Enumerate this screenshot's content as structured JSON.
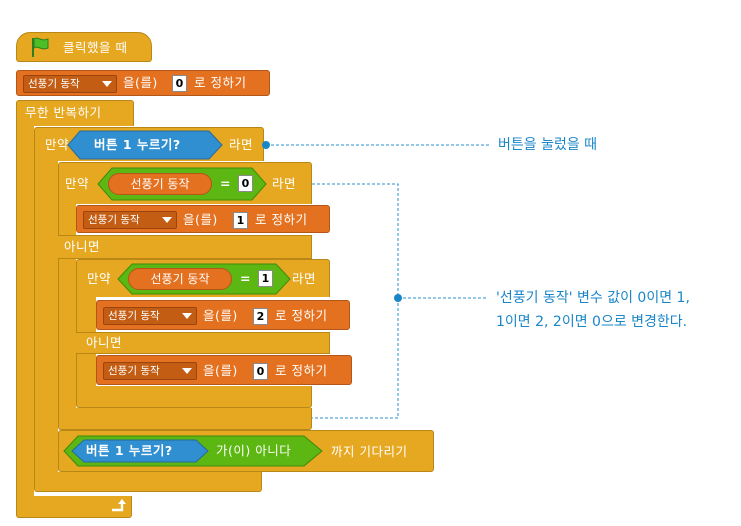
{
  "blocks": {
    "when_flag_clicked": "클릭했을 때",
    "set_var_1": {
      "var": "선풍기 동작",
      "mid": "을(를)",
      "value": "0",
      "suffix": "로 정하기"
    },
    "forever": "무한 반복하기",
    "if_1": {
      "prefix": "만약",
      "sensing": "버튼 1 누르기?",
      "suffix": "라면"
    },
    "if_2": {
      "prefix": "만약",
      "var": "선풍기 동작",
      "op": "=",
      "value": "0",
      "suffix": "라면"
    },
    "set_var_2": {
      "var": "선풍기 동작",
      "mid": "을(를)",
      "value": "1",
      "suffix": "로 정하기"
    },
    "else_1": "아니면",
    "if_3": {
      "prefix": "만약",
      "var": "선풍기 동작",
      "op": "=",
      "value": "1",
      "suffix": "라면"
    },
    "set_var_3": {
      "var": "선풍기 동작",
      "mid": "을(를)",
      "value": "2",
      "suffix": "로 정하기"
    },
    "else_2": "아니면",
    "set_var_4": {
      "var": "선풍기 동작",
      "mid": "을(를)",
      "value": "0",
      "suffix": "로 정하기"
    },
    "wait_until": {
      "sensing": "버튼 1 누르기?",
      "mid": "가(이) 아니다",
      "suffix": "까지 기다리기"
    }
  },
  "annotations": {
    "button_pressed": "버튼을 눌렀을 때",
    "variable_note_line1": "'선풍기 동작' 변수 값이 0이면 1,",
    "variable_note_line2": "1이면 2, 2이면 0으로 변경한다."
  },
  "colors": {
    "control": "#e6a821",
    "data": "#e4711f",
    "sensing": "#2f8fd0",
    "operator": "#5cb712",
    "annotation": "#1a86c8"
  },
  "icons": {
    "flag": "green-flag-icon",
    "loop_arrow": "loop-arrow-icon"
  }
}
